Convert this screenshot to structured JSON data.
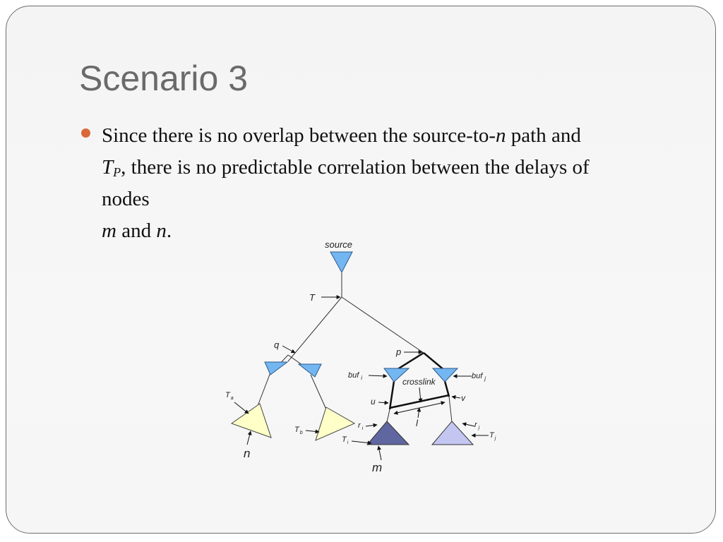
{
  "slide": {
    "title": "Scenario 3",
    "bullet": {
      "t1": "Since there is no overlap between the source-to-",
      "n1": "n",
      "t2": " path and",
      "T": "T",
      "p": "P",
      "t3": ", there is no predictable correlation between the delays of",
      "t4": "nodes",
      "m": "m",
      "and": " and ",
      "n2": "n",
      "dot": "."
    }
  },
  "diagram": {
    "labels": {
      "source": "source",
      "T": "T",
      "q": "q",
      "p": "p",
      "buf": "buf",
      "i": "i",
      "j": "j",
      "crosslink": "crosslink",
      "u": "u",
      "v": "v",
      "l": "l",
      "r": "r",
      "a": "a",
      "b": "b",
      "n": "n",
      "m": "m"
    },
    "colors": {
      "blue_node": "#74b6f2",
      "yellow_node": "#ffffc8",
      "dark_node": "#6066a0",
      "light_node": "#c4c6f2"
    }
  }
}
